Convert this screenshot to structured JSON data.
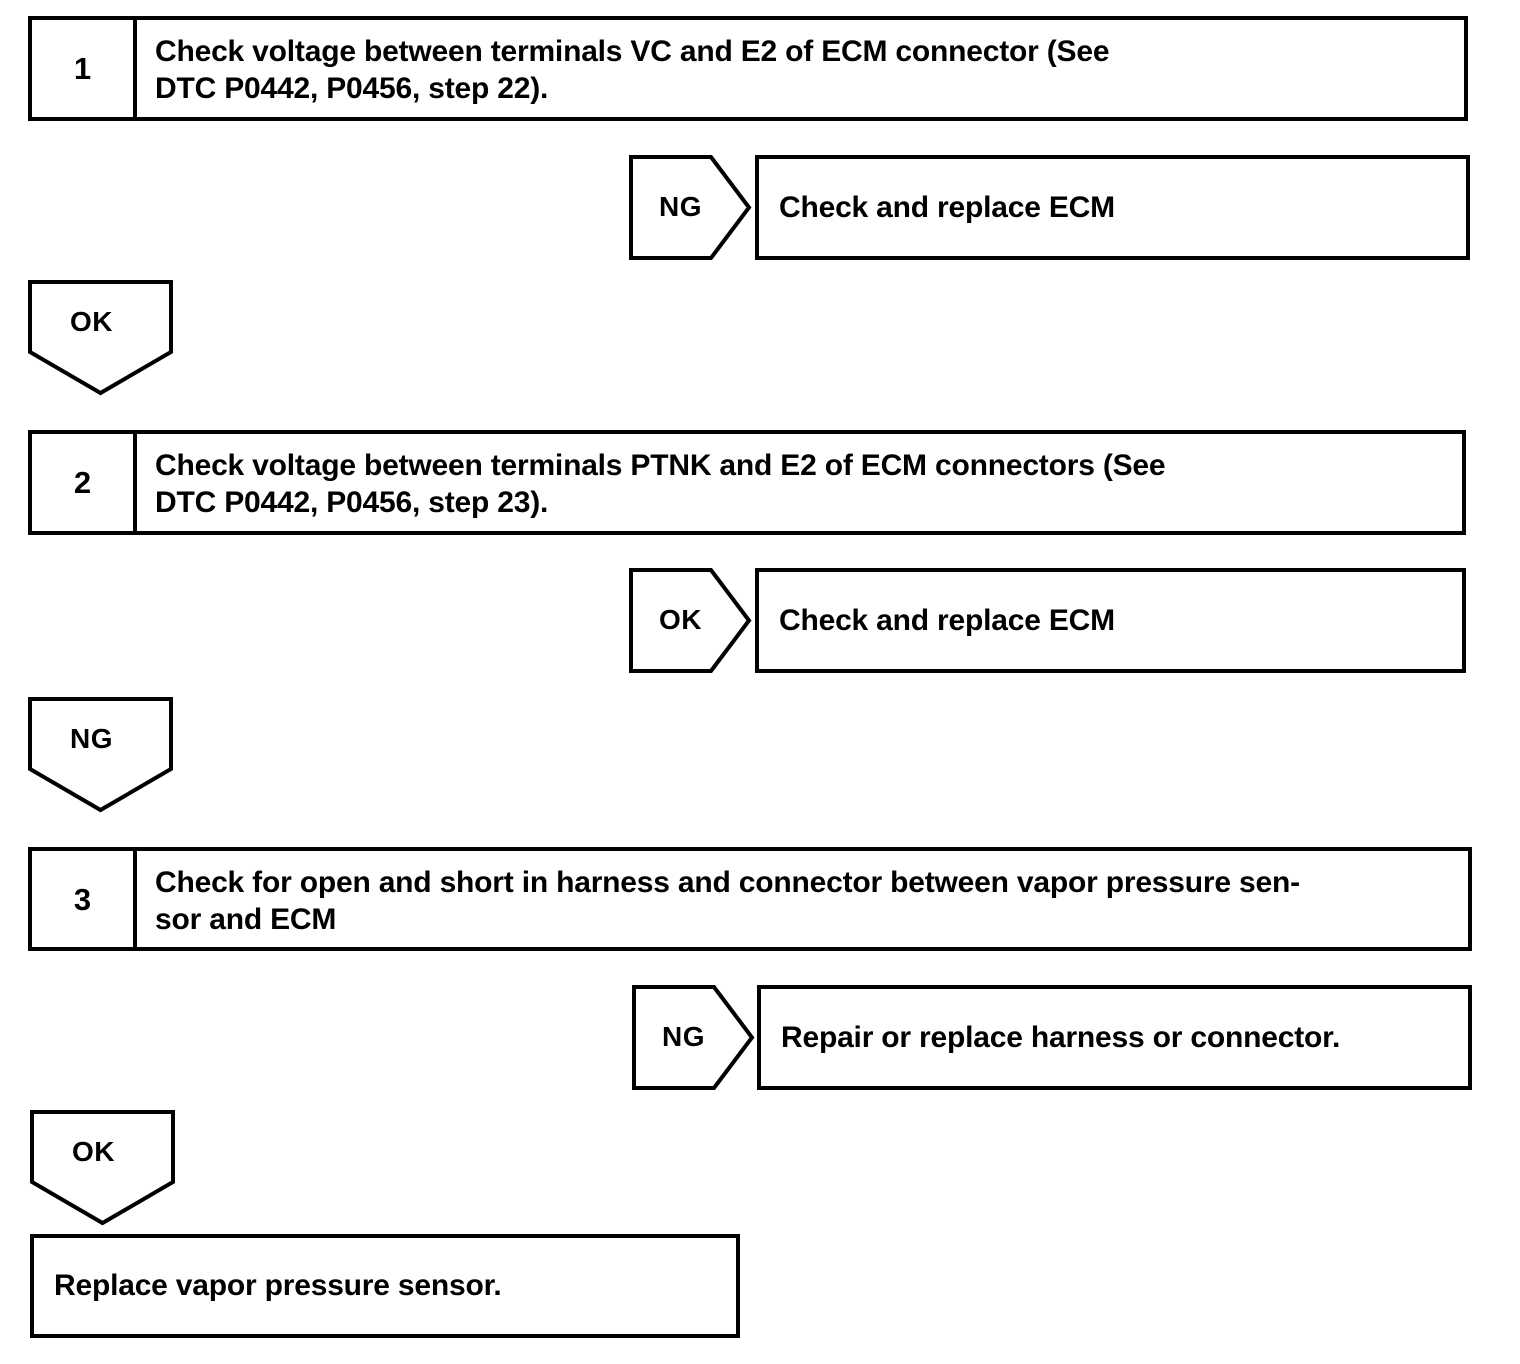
{
  "diagram": {
    "title": "Vapor pressure sensor circuit troubleshooting flowchart",
    "line_color": "#000000",
    "background_color": "#ffffff",
    "steps": [
      {
        "number": "1",
        "text": "Check voltage between terminals VC and E2 of ECM connector (See\nDTC P0442, P0456, step 22)."
      },
      {
        "number": "2",
        "text": "Check voltage between terminals PTNK and E2 of ECM connectors (See\nDTC P0442, P0456, step 23)."
      },
      {
        "number": "3",
        "text": "Check for open and short in harness and connector between vapor pressure sen-\nsor and ECM"
      }
    ],
    "branches": [
      {
        "label": "NG",
        "result": "Check and replace ECM"
      },
      {
        "label": "OK",
        "result": "Check and replace ECM"
      },
      {
        "label": "NG",
        "result": "Repair or replace harness or connector."
      }
    ],
    "continuations": [
      {
        "label": "OK"
      },
      {
        "label": "NG"
      },
      {
        "label": "OK"
      }
    ],
    "final": {
      "text": "Replace vapor pressure sensor."
    }
  }
}
